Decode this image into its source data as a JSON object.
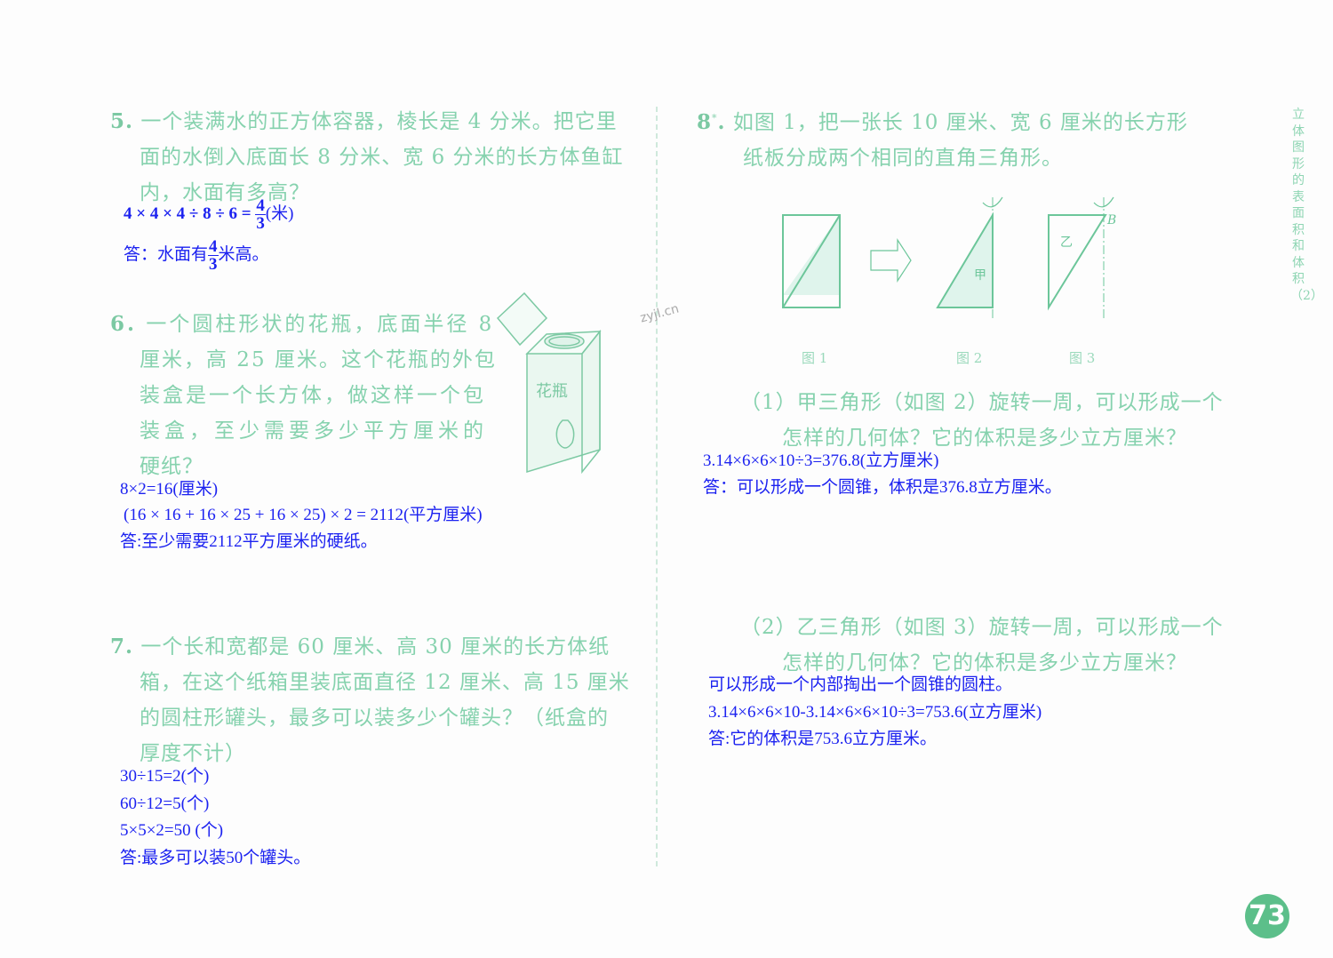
{
  "q5": {
    "num": "5.",
    "lines": [
      "一个装满水的正方体容器，棱长是 4 分米。把它里",
      "面的水倒入底面长 8 分米、宽 6 分米的长方体鱼缸",
      "内，水面有多高？"
    ],
    "ans_expr": "4 × 4 × 4 ÷ 8 ÷ 6 =",
    "ans_num": "4",
    "ans_den": "3",
    "ans_unit": "(米)",
    "ans_pre": "答：水面有",
    "ans_post": "米高。"
  },
  "q6": {
    "num": "6.",
    "lines": [
      "一个圆柱形状的花瓶，底面半径 8",
      "厘米，高 25 厘米。这个花瓶的外包",
      "装盒是一个长方体，做这样一个包",
      "装盒，至少需要多少平方厘米的",
      "硬纸？"
    ],
    "box_label": "花瓶",
    "answers": [
      "8×2=16(厘米)",
      "(16 × 16 + 16 × 25 + 16 × 25) × 2 = 2112(平方厘米)",
      "答:至少需要2112平方厘米的硬纸。"
    ]
  },
  "q7": {
    "num": "7.",
    "lines": [
      "一个长和宽都是 60 厘米、高 30 厘米的长方体纸",
      "箱，在这个纸箱里装底面直径 12 厘米、高 15 厘米",
      "的圆柱形罐头，最多可以装多少个罐头？（纸盒的",
      "厚度不计）"
    ],
    "answers": [
      "30÷15=2(个)",
      "60÷12=5(个)",
      "5×5×2=50 (个)",
      "答:最多可以装50个罐头。"
    ]
  },
  "q8": {
    "num": "8",
    "star": "*",
    "lines": [
      "如图 1，把一张长 10 厘米、宽 6 厘米的长方形",
      "纸板分成两个相同的直角三角形。"
    ],
    "fig_labels": [
      "图 1",
      "图 2",
      "图 3"
    ],
    "tri_a": "甲",
    "tri_b": "乙",
    "point_b": "B",
    "p1": [
      "（1）甲三角形（如图 2）旋转一周，可以形成一个",
      "怎样的几何体？它的体积是多少立方厘米？"
    ],
    "p1_answers": [
      "3.14×6×6×10÷3=376.8(立方厘米)",
      "答：可以形成一个圆锥，体积是376.8立方厘米。"
    ],
    "p2": [
      "（2）乙三角形（如图 3）旋转一周，可以形成一个",
      "怎样的几何体？它的体积是多少立方厘米？"
    ],
    "p2_answers": [
      "可以形成一个内部掏出一个圆锥的圆柱。",
      "3.14×6×6×10-3.14×6×6×10÷3=753.6(立方厘米)",
      "答:它的体积是753.6立方厘米。"
    ]
  },
  "side_title": "立体图形的表面积和体积（2）",
  "watermark": "zyjl.cn",
  "page_number": "73",
  "colors": {
    "question": "#86d2ae",
    "answer": "#1c22f0",
    "accent": "#5cbf8a"
  }
}
